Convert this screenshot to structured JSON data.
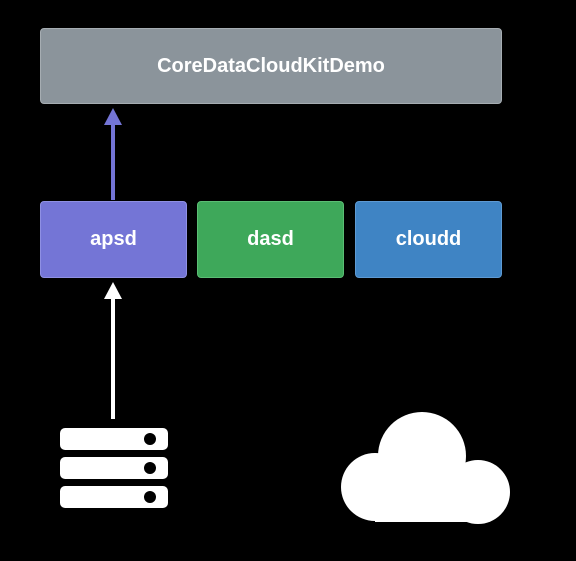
{
  "diagram": {
    "app_label": "CoreDataCloudKitDemo",
    "daemons": [
      {
        "label": "apsd",
        "color": "#7475d6"
      },
      {
        "label": "dasd",
        "color": "#3ea85a"
      },
      {
        "label": "cloudd",
        "color": "#3f84c4"
      }
    ],
    "app_color": "#8b949b",
    "arrow_apsd_to_app_color": "#7475d6",
    "arrow_server_to_apsd_color": "#ffffff",
    "icons": [
      "server-stack-icon",
      "cloud-icon"
    ]
  }
}
